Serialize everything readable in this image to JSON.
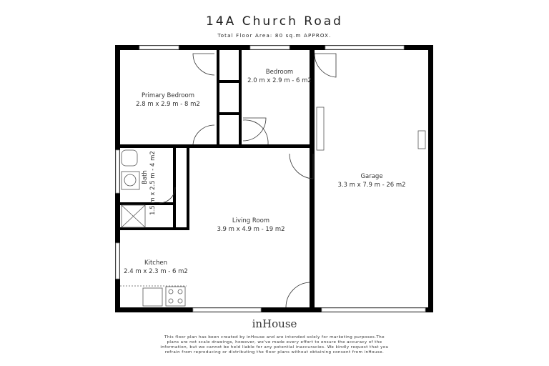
{
  "header": {
    "title": "14A Church Road",
    "subtitle": "Total Floor Area: 80 sq.m APPROX."
  },
  "rooms": [
    {
      "name": "Primary Bedroom",
      "size": "2.8 m x 2.9 m - 8 m2"
    },
    {
      "name": "Bedroom",
      "size": "2.0 m x 2.9 m - 6 m2"
    },
    {
      "name": "Bath",
      "size": "1.5 m x 2.5 m - 4 m2"
    },
    {
      "name": "Living Room",
      "size": "3.9 m x 4.9 m - 19 m2"
    },
    {
      "name": "Kitchen",
      "size": "2.4 m x 2.3 m - 6 m2"
    },
    {
      "name": "Garage",
      "size": "3.3 m x 7.9 m - 26 m2"
    }
  ],
  "footer": {
    "logo": "inHouse",
    "disclaimer": "This floor plan has been created by inHouse and are intended solely for marketing purposes.The plans are not scale drawings, however, we've made every effort to ensure the accuracy of the information, but we cannot be held liable for any potential inaccuracies. We kindly request that you refrain from reproducing or distributing the floor plans without obtaining consent from inHouse."
  },
  "colors": {
    "wall": "#000000",
    "window": "#cccccc"
  }
}
